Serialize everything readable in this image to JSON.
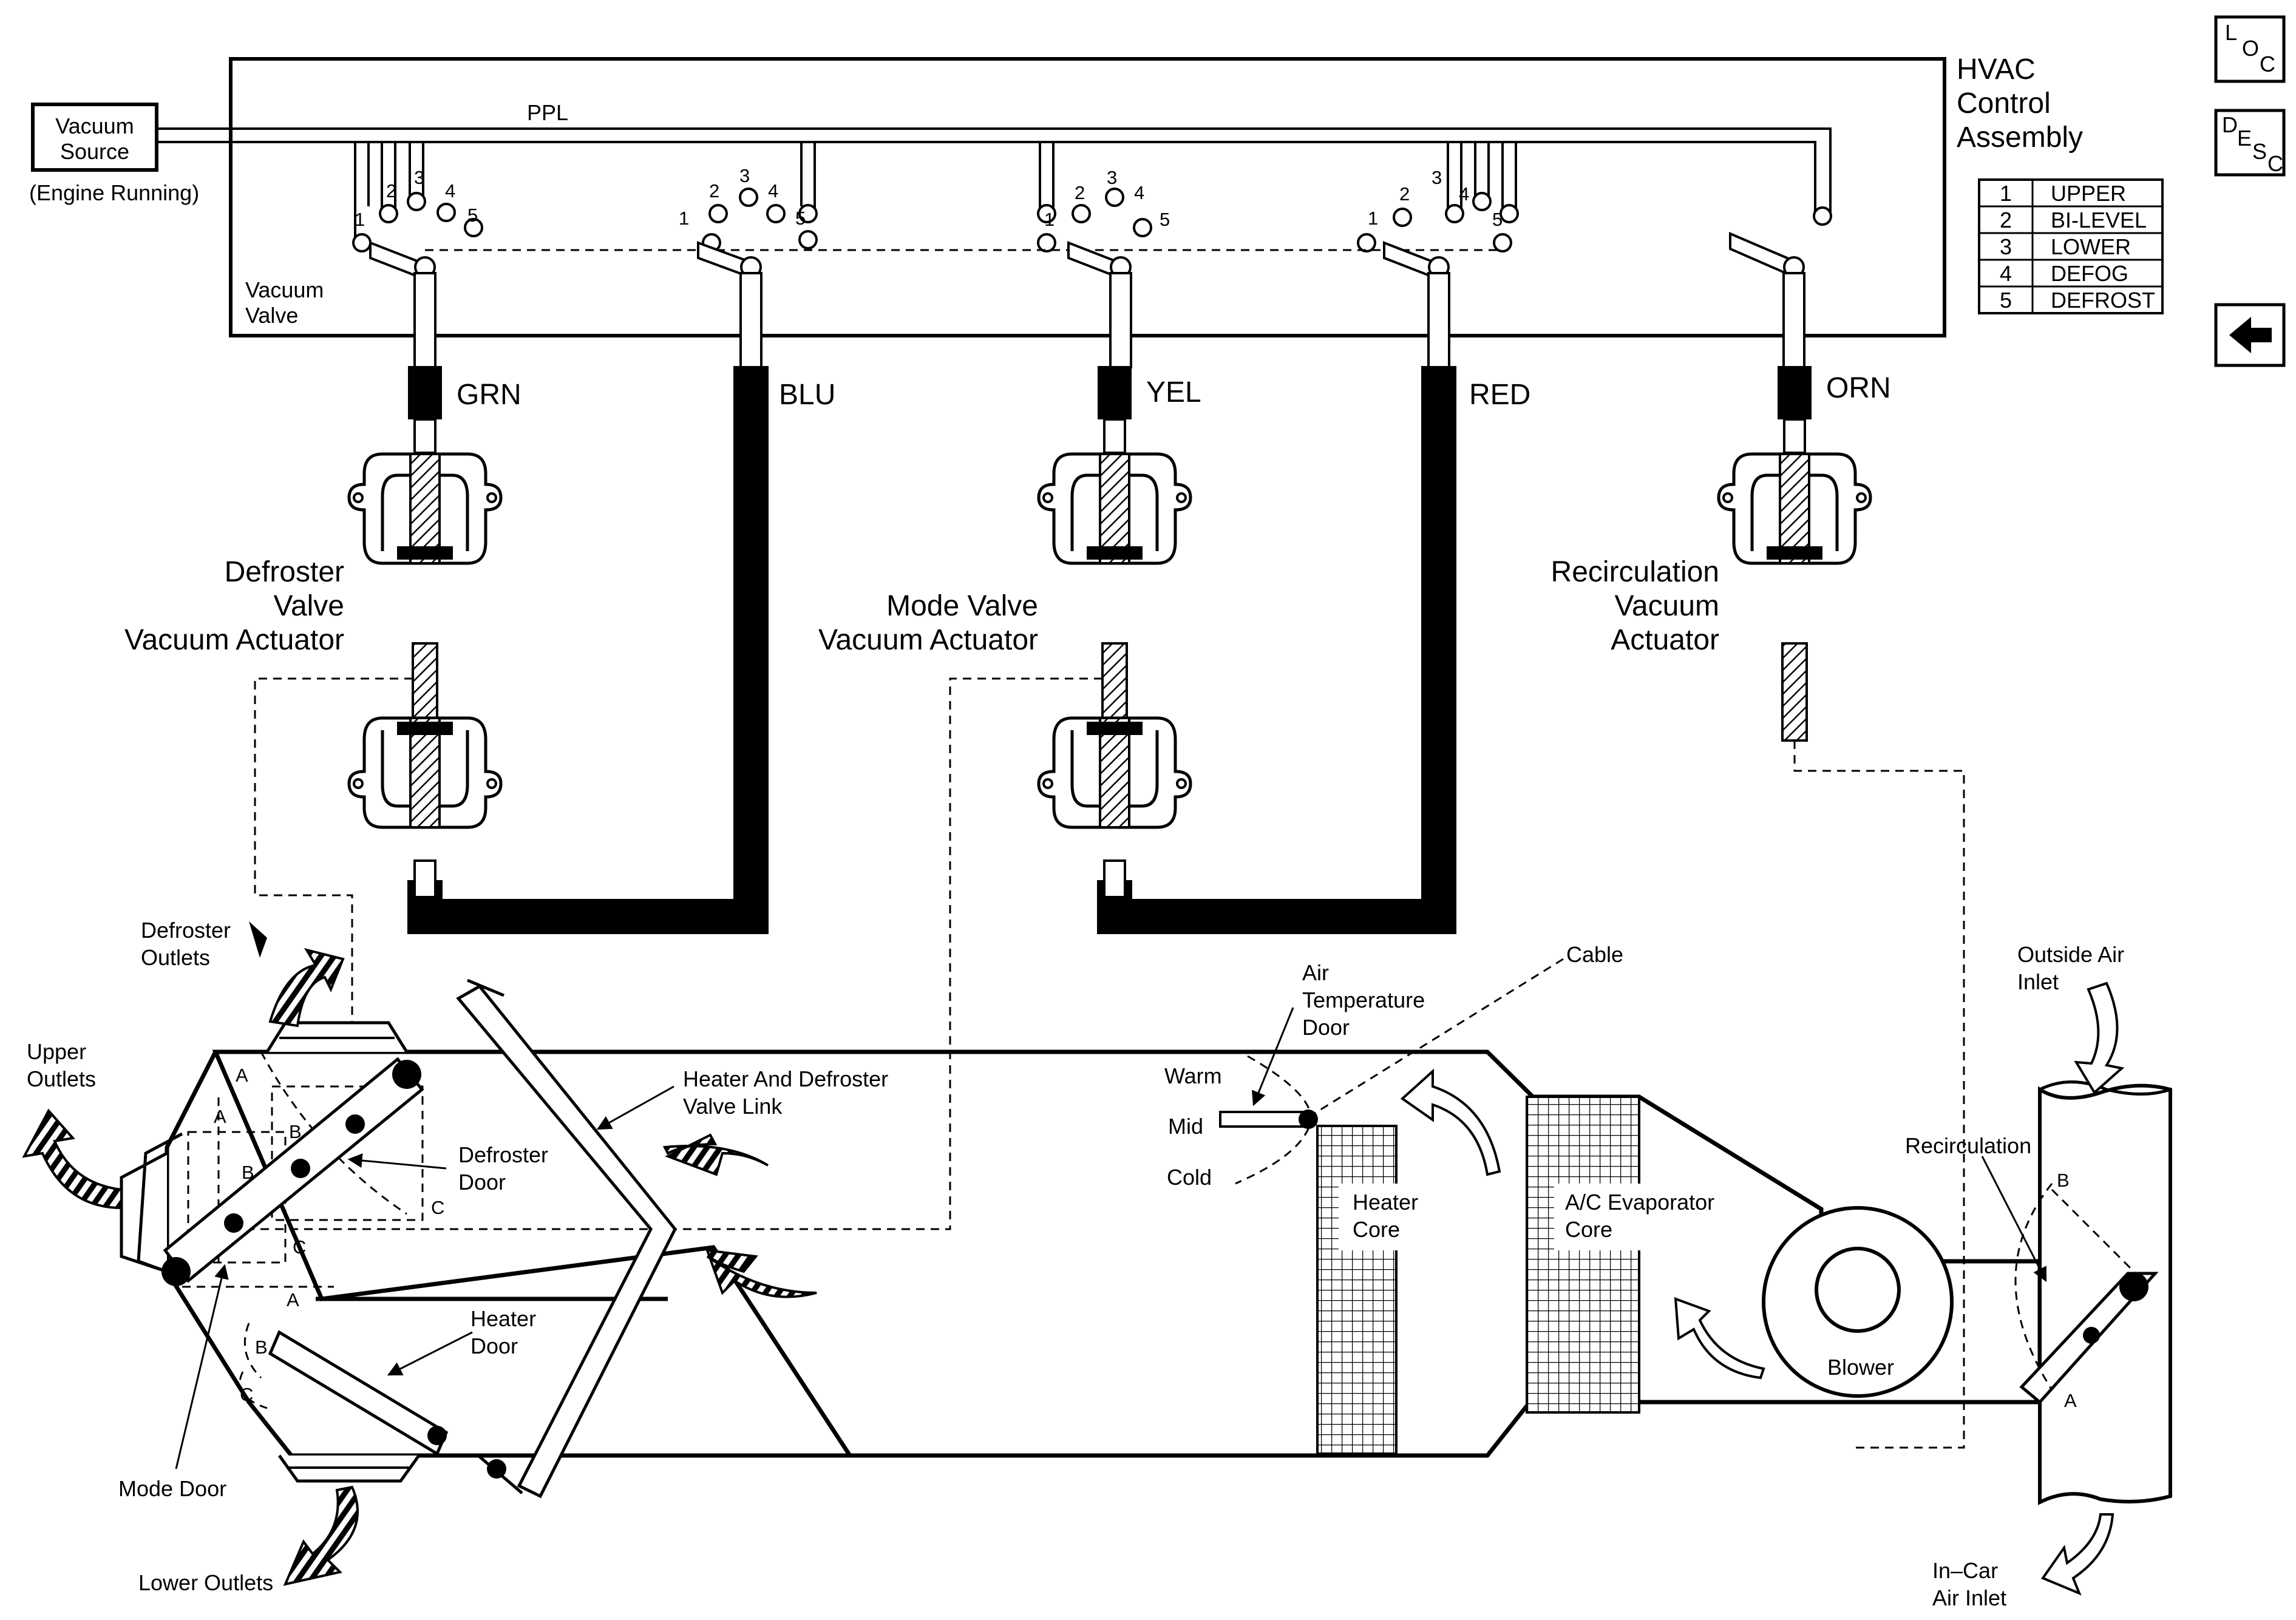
{
  "control": {
    "title_lines": [
      "HVAC",
      "Control",
      "Assembly"
    ],
    "vacuum_source": [
      "Vacuum",
      "Source"
    ],
    "engine_running": "(Engine Running)",
    "ppl": "PPL",
    "vacuum_valve": [
      "Vacuum",
      "Valve"
    ],
    "port_numbers": [
      "1",
      "2",
      "3",
      "4",
      "5"
    ]
  },
  "mode_legend": [
    {
      "num": "1",
      "label": "UPPER"
    },
    {
      "num": "2",
      "label": "BI-LEVEL"
    },
    {
      "num": "3",
      "label": "LOWER"
    },
    {
      "num": "4",
      "label": "DEFOG"
    },
    {
      "num": "5",
      "label": "DEFROST"
    }
  ],
  "nav": {
    "loc": [
      "L",
      "O",
      "C"
    ],
    "desc": [
      "D",
      "E",
      "S",
      "C"
    ],
    "back_icon": "left-arrow-icon"
  },
  "hoses": [
    "GRN",
    "BLU",
    "YEL",
    "RED",
    "ORN"
  ],
  "actuators": {
    "defroster": [
      "Defroster",
      "Valve",
      "Vacuum Actuator"
    ],
    "mode": [
      "Mode Valve",
      "Vacuum Actuator"
    ],
    "recirc": [
      "Recirculation",
      "Vacuum",
      "Actuator"
    ]
  },
  "case_labels": {
    "defroster_outlets": [
      "Defroster",
      "Outlets"
    ],
    "upper_outlets": [
      "Upper",
      "Outlets"
    ],
    "lower_outlets": "Lower Outlets",
    "mode_door": "Mode Door",
    "defroster_door": [
      "Defroster",
      "Door"
    ],
    "heater_door": [
      "Heater",
      "Door"
    ],
    "valve_link": [
      "Heater And Defroster",
      "Valve Link"
    ],
    "air_temp_door": [
      "Air",
      "Temperature",
      "Door"
    ],
    "cable": "Cable",
    "warm": "Warm",
    "mid": "Mid",
    "cold": "Cold",
    "heater_core": [
      "Heater",
      "Core"
    ],
    "evap_core": [
      "A/C Evaporator",
      "Core"
    ],
    "blower": "Blower",
    "recirculation": "Recirculation",
    "outside_air": [
      "Outside Air",
      "Inlet"
    ],
    "in_car_air": [
      "In–Car",
      "Air Inlet"
    ],
    "door_positions": [
      "A",
      "B",
      "C"
    ]
  }
}
